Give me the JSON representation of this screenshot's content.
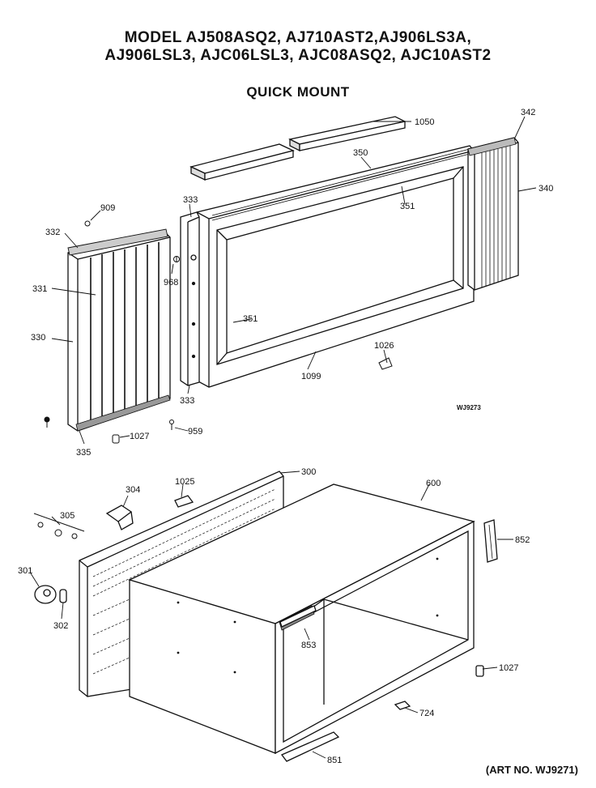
{
  "header": {
    "model_line1": "MODEL AJ508ASQ2, AJ710AST2,AJ906LS3A,",
    "model_line2": "AJ906LSL3, AJC06LSL3, AJC08ASQ2, AJC10AST2",
    "section_title": "QUICK MOUNT"
  },
  "labels": {
    "p1050": "1050",
    "p342": "342",
    "p350": "350",
    "p340": "340",
    "p351a": "351",
    "p909": "909",
    "p333a": "333",
    "p332": "332",
    "p968": "968",
    "p331": "331",
    "p351b": "351",
    "p1026": "1026",
    "p330": "330",
    "p1099": "1099",
    "p333b": "333",
    "p1027a": "1027",
    "p959": "959",
    "p335": "335",
    "p300": "300",
    "p600": "600",
    "p304": "304",
    "p1025": "1025",
    "p305": "305",
    "p852": "852",
    "p301": "301",
    "p302": "302",
    "p853": "853",
    "p1027b": "1027",
    "p724": "724",
    "p851": "851"
  },
  "drawing_code": "WJ9273",
  "art_number": "(ART NO. WJ9271)"
}
